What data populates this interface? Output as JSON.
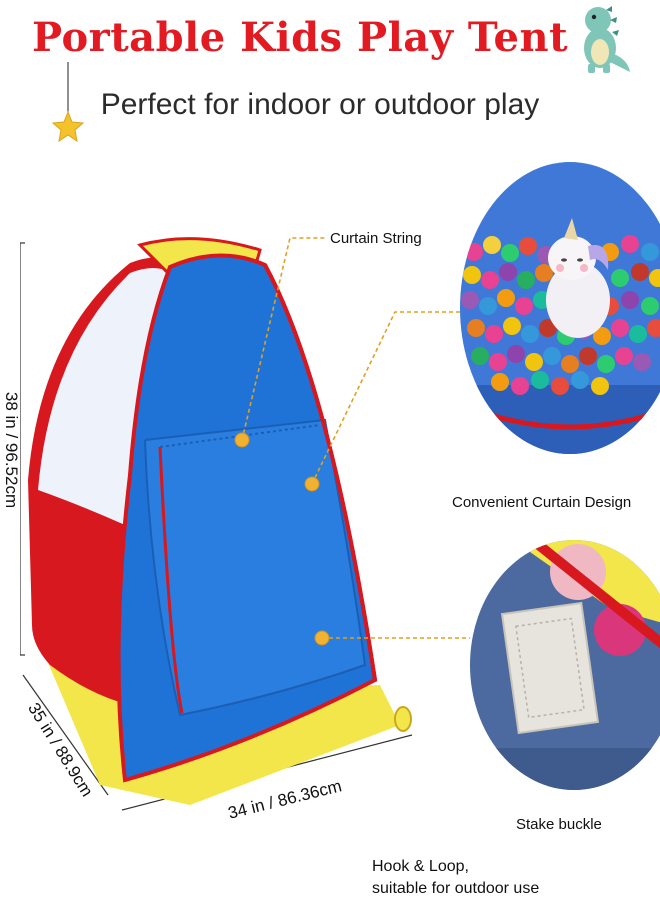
{
  "header": {
    "title": "Portable Kids Play Tent",
    "subtitle": "Perfect for indoor or outdoor play"
  },
  "callouts": {
    "curtain_string": "Curtain String",
    "curtain_design": "Convenient Curtain Design",
    "stake_buckle": "Stake buckle",
    "hook_line1": "Hook & Loop,",
    "hook_line2": "suitable for outdoor use"
  },
  "dimensions": {
    "height": "38 in / 96.52cm",
    "depth": "35 in / 88.9cm",
    "width": "34 in /  86.36cm"
  },
  "colors": {
    "title_red": "#e21a22",
    "tent_blue": "#1f73d6",
    "tent_red": "#d8181f",
    "tent_yellow": "#f3e64a",
    "leader_gold": "#e1a020"
  },
  "icons": [
    "dinosaur-icon",
    "star-icon"
  ]
}
